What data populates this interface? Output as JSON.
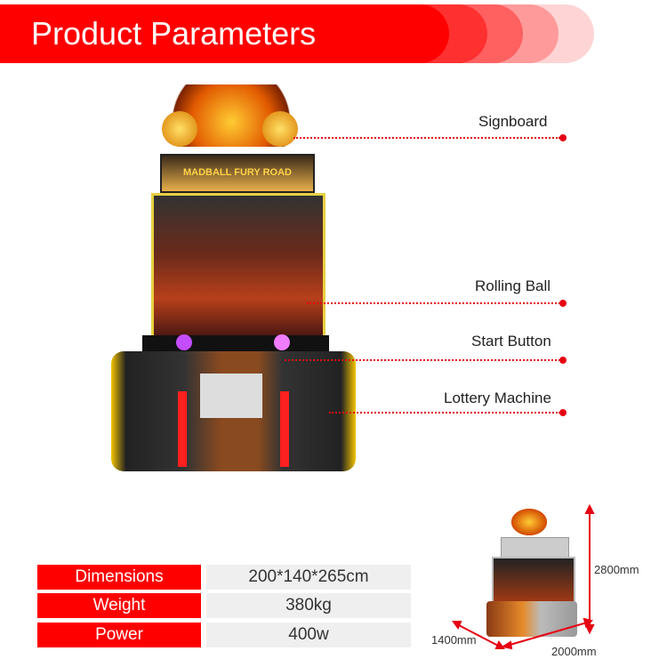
{
  "header": {
    "title": "Product Parameters",
    "accent": "#ff0000"
  },
  "machine": {
    "logo_text": "MADBALL FURY ROAD"
  },
  "callouts": [
    {
      "label": "Signboard"
    },
    {
      "label": "Rolling Ball"
    },
    {
      "label": "Start Button"
    },
    {
      "label": "Lottery Machine"
    }
  ],
  "specs": [
    {
      "label": "Dimensions",
      "value": "200*140*265cm"
    },
    {
      "label": "Weight",
      "value": "380kg"
    },
    {
      "label": "Power",
      "value": "400w"
    }
  ],
  "dimensions": {
    "height": "2800mm",
    "depth": "1400mm",
    "width": "2000mm"
  }
}
